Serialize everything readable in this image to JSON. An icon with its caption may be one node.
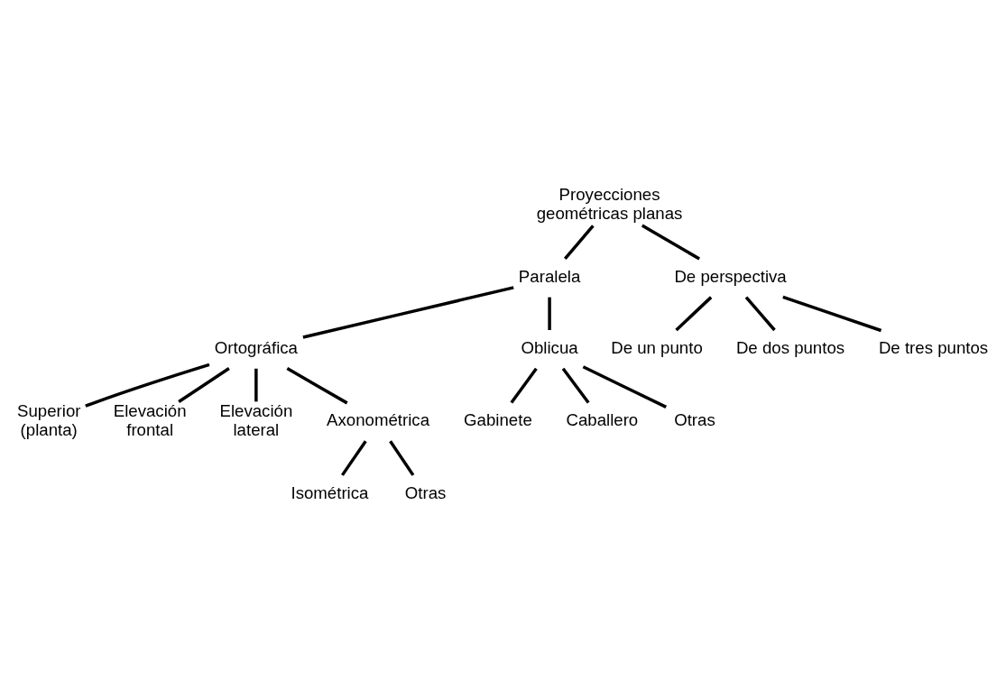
{
  "diagram": {
    "nodes": [
      {
        "text": [
          "Proyecciones geométricas planas"
        ]
      },
      {
        "text": [
          "Paralela"
        ]
      },
      {
        "text": [
          "De perspectiva"
        ]
      },
      {
        "text": [
          "Ortográfica"
        ]
      },
      {
        "text": [
          "Oblicua"
        ]
      },
      {
        "text": [
          "De un punto"
        ]
      },
      {
        "text": [
          "De dos puntos"
        ]
      },
      {
        "text": [
          "De tres puntos"
        ]
      },
      {
        "text": [
          "Superior (planta)"
        ]
      },
      {
        "text": [
          "Elevación frontal"
        ]
      },
      {
        "text": [
          "Elevación lateral"
        ]
      },
      {
        "text": [
          "Axonométrica"
        ]
      },
      {
        "text": [
          "Gabinete"
        ]
      },
      {
        "text": [
          "Caballero"
        ]
      },
      {
        "text": [
          "Otras"
        ]
      },
      {
        "text": [
          "Isométrica"
        ]
      },
      {
        "text": [
          "Otras"
        ]
      }
    ],
    "edges": [
      {
        "from": 0,
        "to": 1,
        "arrow": "none"
      },
      {
        "from": 0,
        "to": 2,
        "arrow": "none"
      },
      {
        "from": 1,
        "to": 3,
        "arrow": "none"
      },
      {
        "from": 1,
        "to": 4,
        "arrow": "none"
      },
      {
        "from": 2,
        "to": 5,
        "arrow": "none"
      },
      {
        "from": 2,
        "to": 6,
        "arrow": "none"
      },
      {
        "from": 2,
        "to": 7,
        "arrow": "none"
      },
      {
        "from": 3,
        "to": 8,
        "arrow": "none"
      },
      {
        "from": 3,
        "to": 9,
        "arrow": "none"
      },
      {
        "from": 3,
        "to": 10,
        "arrow": "none"
      },
      {
        "from": 3,
        "to": 11,
        "arrow": "none"
      },
      {
        "from": 4,
        "to": 12,
        "arrow": "none"
      },
      {
        "from": 4,
        "to": 13,
        "arrow": "none"
      },
      {
        "from": 4,
        "to": 14,
        "arrow": "none"
      },
      {
        "from": 11,
        "to": 15,
        "arrow": "none"
      },
      {
        "from": 11,
        "to": 16,
        "arrow": "none"
      }
    ]
  }
}
